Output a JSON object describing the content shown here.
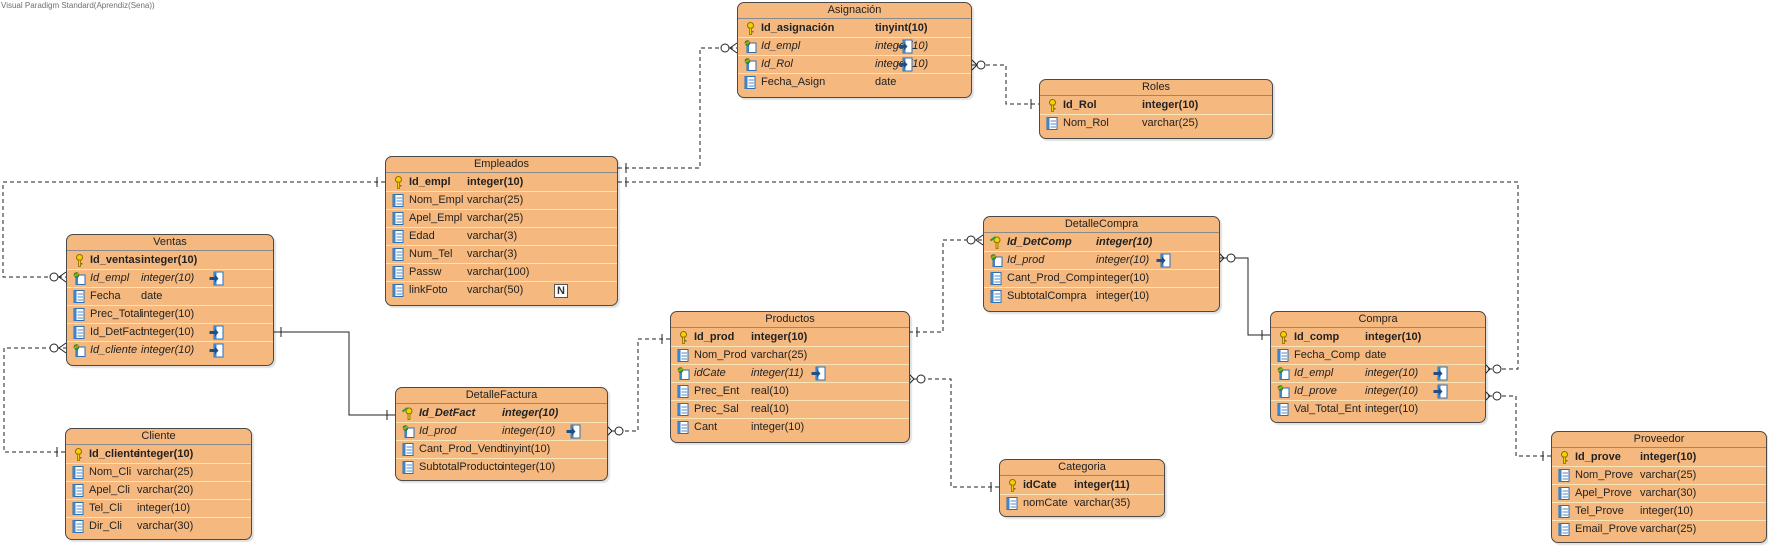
{
  "watermark": "Visual Paradigm Standard(Aprendiz(Sena))",
  "colors": {
    "entity_fill": "#f5b87f",
    "border": "#4a4a4a",
    "row_separator": "#f9e6b8",
    "line": "#222222"
  },
  "entities": [
    {
      "id": "asignacion",
      "title": "Asignación",
      "columns": [
        {
          "name": "Id_asignación",
          "type": "tinyint(10)",
          "key": "pk"
        },
        {
          "name": "Id_empl",
          "type": "integer(10)",
          "key": "fk"
        },
        {
          "name": "Id_Rol",
          "type": "integer(10)",
          "key": "fk"
        },
        {
          "name": "Fecha_Asign",
          "type": "date",
          "key": ""
        }
      ]
    },
    {
      "id": "roles",
      "title": "Roles",
      "columns": [
        {
          "name": "Id_Rol",
          "type": "integer(10)",
          "key": "pk"
        },
        {
          "name": "Nom_Rol",
          "type": "varchar(25)",
          "key": ""
        }
      ]
    },
    {
      "id": "empleados",
      "title": "Empleados",
      "columns": [
        {
          "name": "Id_empl",
          "type": "integer(10)",
          "key": "pk"
        },
        {
          "name": "Nom_Empl",
          "type": "varchar(25)",
          "key": ""
        },
        {
          "name": "Apel_Empl",
          "type": "varchar(25)",
          "key": ""
        },
        {
          "name": "Edad",
          "type": "varchar(3)",
          "key": ""
        },
        {
          "name": "Num_Tel",
          "type": "varchar(3)",
          "key": ""
        },
        {
          "name": "Passw",
          "type": "varchar(100)",
          "key": ""
        },
        {
          "name": "linkFoto",
          "type": "varchar(50)",
          "key": "",
          "nullable_mark": "N"
        }
      ]
    },
    {
      "id": "ventas",
      "title": "Ventas",
      "columns": [
        {
          "name": "Id_ventas",
          "type": "integer(10)",
          "key": "pk"
        },
        {
          "name": "Id_empl",
          "type": "integer(10)",
          "key": "fk"
        },
        {
          "name": "Fecha",
          "type": "date",
          "key": ""
        },
        {
          "name": "Prec_Total",
          "type": "integer(10)",
          "key": ""
        },
        {
          "name": "Id_DetFact",
          "type": "integer(10)",
          "key": "",
          "fk_mark": true
        },
        {
          "name": "Id_cliente",
          "type": "integer(10)",
          "key": "fk"
        }
      ]
    },
    {
      "id": "cliente",
      "title": "Cliente",
      "columns": [
        {
          "name": "Id_cliente",
          "type": "integer(10)",
          "key": "pk"
        },
        {
          "name": "Nom_Cli",
          "type": "varchar(25)",
          "key": ""
        },
        {
          "name": "Apel_Cli",
          "type": "varchar(20)",
          "key": ""
        },
        {
          "name": "Tel_Cli",
          "type": "integer(10)",
          "key": ""
        },
        {
          "name": "Dir_Cli",
          "type": "varchar(30)",
          "key": ""
        }
      ]
    },
    {
      "id": "detallefactura",
      "title": "DetalleFactura",
      "columns": [
        {
          "name": "Id_DetFact",
          "type": "integer(10)",
          "key": "pkfk"
        },
        {
          "name": "Id_prod",
          "type": "integer(10)",
          "key": "fk"
        },
        {
          "name": "Cant_Prod_Vend",
          "type": "tinyint(10)",
          "key": ""
        },
        {
          "name": "SubtotalProducto",
          "type": "integer(10)",
          "key": ""
        }
      ]
    },
    {
      "id": "productos",
      "title": "Productos",
      "columns": [
        {
          "name": "Id_prod",
          "type": "integer(10)",
          "key": "pk"
        },
        {
          "name": "Nom_Prod",
          "type": "varchar(25)",
          "key": ""
        },
        {
          "name": "idCate",
          "type": "integer(11)",
          "key": "fk"
        },
        {
          "name": "Prec_Ent",
          "type": "real(10)",
          "key": ""
        },
        {
          "name": "Prec_Sal",
          "type": "real(10)",
          "key": ""
        },
        {
          "name": "Cant",
          "type": "integer(10)",
          "key": ""
        }
      ]
    },
    {
      "id": "detallecompra",
      "title": "DetalleCompra",
      "columns": [
        {
          "name": "Id_DetComp",
          "type": "integer(10)",
          "key": "pkfk"
        },
        {
          "name": "Id_prod",
          "type": "integer(10)",
          "key": "fk"
        },
        {
          "name": "Cant_Prod_Comp",
          "type": "integer(10)",
          "key": ""
        },
        {
          "name": "SubtotalCompra",
          "type": "integer(10)",
          "key": ""
        }
      ]
    },
    {
      "id": "categoria",
      "title": "Categoria",
      "columns": [
        {
          "name": "idCate",
          "type": "integer(11)",
          "key": "pk"
        },
        {
          "name": "nomCate",
          "type": "varchar(35)",
          "key": ""
        }
      ]
    },
    {
      "id": "compra",
      "title": "Compra",
      "columns": [
        {
          "name": "Id_comp",
          "type": "integer(10)",
          "key": "pk"
        },
        {
          "name": "Fecha_Comp",
          "type": "date",
          "key": ""
        },
        {
          "name": "Id_empl",
          "type": "integer(10)",
          "key": "fk"
        },
        {
          "name": "Id_prove",
          "type": "integer(10)",
          "key": "fk"
        },
        {
          "name": "Val_Total_Ent",
          "type": "integer(10)",
          "key": ""
        }
      ]
    },
    {
      "id": "proveedor",
      "title": "Proveedor",
      "columns": [
        {
          "name": "Id_prove",
          "type": "integer(10)",
          "key": "pk"
        },
        {
          "name": "Nom_Prove",
          "type": "varchar(25)",
          "key": ""
        },
        {
          "name": "Apel_Prove",
          "type": "varchar(30)",
          "key": ""
        },
        {
          "name": "Tel_Prove",
          "type": "integer(10)",
          "key": ""
        },
        {
          "name": "Email_Prove",
          "type": "varchar(25)",
          "key": ""
        }
      ]
    }
  ],
  "relationships": [
    {
      "from": "empleados",
      "to": "asignacion",
      "style": "dashed",
      "from_end": "one",
      "to_end": "zero-many"
    },
    {
      "from": "roles",
      "to": "asignacion",
      "style": "dashed",
      "from_end": "one",
      "to_end": "zero-many"
    },
    {
      "from": "empleados",
      "to": "ventas",
      "style": "dashed",
      "from_end": "one",
      "to_end": "zero-many"
    },
    {
      "from": "empleados",
      "to": "compra",
      "style": "dashed",
      "from_end": "one",
      "to_end": "zero-many"
    },
    {
      "from": "cliente",
      "to": "ventas",
      "style": "dashed",
      "from_end": "one",
      "to_end": "zero-many"
    },
    {
      "from": "ventas",
      "to": "detallefactura",
      "style": "solid",
      "from_end": "one",
      "to_end": "one"
    },
    {
      "from": "productos",
      "to": "detallefactura",
      "style": "dashed",
      "from_end": "one",
      "to_end": "zero-many"
    },
    {
      "from": "productos",
      "to": "detallecompra",
      "style": "dashed",
      "from_end": "one",
      "to_end": "zero-many"
    },
    {
      "from": "categoria",
      "to": "productos",
      "style": "dashed",
      "from_end": "one",
      "to_end": "zero-many"
    },
    {
      "from": "compra",
      "to": "detallecompra",
      "style": "solid",
      "from_end": "one",
      "to_end": "zero-many"
    },
    {
      "from": "proveedor",
      "to": "compra",
      "style": "dashed",
      "from_end": "one",
      "to_end": "zero-many"
    }
  ]
}
